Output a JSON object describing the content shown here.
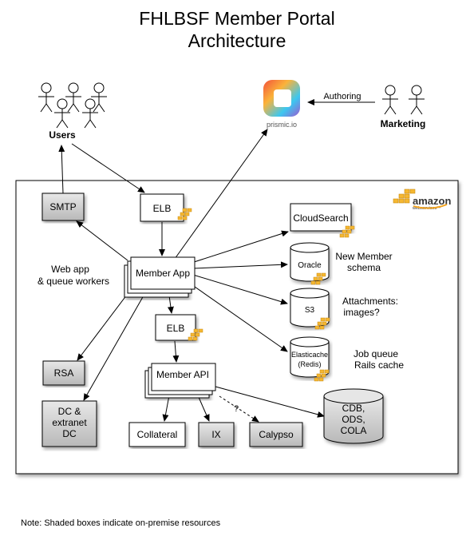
{
  "title": {
    "line1": "FHLBSF Member Portal",
    "line2": "Architecture"
  },
  "actors": {
    "users": "Users",
    "marketing": "Marketing"
  },
  "prismic": {
    "label": "prismic.io",
    "brand_colors": [
      "#f2513a",
      "#fbb33a",
      "#3cc7f0",
      "#9b59d0"
    ]
  },
  "edges": {
    "authoring": "Authoring",
    "question": "?"
  },
  "aws": {
    "logo_word": "amazon",
    "logo_sub": "webservices™",
    "logo_color": "#f5a31b"
  },
  "nodes": {
    "smtp": "SMTP",
    "elb_top": "ELB",
    "cloudsearch": "CloudSearch",
    "oracle": "Oracle",
    "s3": "S3",
    "elasticache_1": "Elasticache",
    "elasticache_2": "(Redis)",
    "member_app": "Member App",
    "elb_mid": "ELB",
    "member_api": "Member API",
    "rsa": "RSA",
    "dc_1": "DC &",
    "dc_2": "extranet",
    "dc_3": "DC",
    "collateral": "Collateral",
    "ix": "IX",
    "calypso": "Calypso",
    "cdb_1": "CDB,",
    "cdb_2": "ODS,",
    "cdb_3": "COLA"
  },
  "notes": {
    "webapp_1": "Web app",
    "webapp_2": "& queue workers",
    "oracle_1": "New Member",
    "oracle_2": "schema",
    "s3_1": "Attachments:",
    "s3_2": "images?",
    "redis_1": "Job queue",
    "redis_2": "Rails cache"
  },
  "footer": "Note: Shaded boxes indicate on-premise resources",
  "colors": {
    "shaded_fill_top": "#e8e8e8",
    "shaded_fill_bottom": "#b8b8b8",
    "aws_cube": "#f5b731"
  }
}
